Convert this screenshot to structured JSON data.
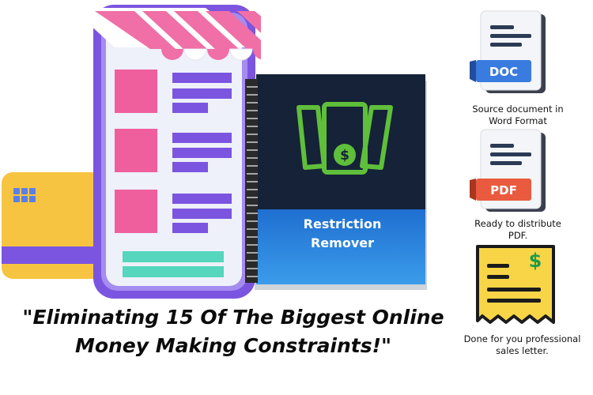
{
  "product": {
    "cover_title_line1": "Restriction",
    "cover_title_line2": "Remover",
    "dollar_symbol": "$"
  },
  "headline": {
    "line1": "\"Eliminating 15 Of The Biggest Online",
    "line2": "Money Making Constraints!\""
  },
  "bonuses": [
    {
      "badge": "DOC",
      "icon": "doc-file-icon",
      "caption_line1": "Source document in",
      "caption_line2": "Word Format"
    },
    {
      "badge": "PDF",
      "icon": "pdf-file-icon",
      "caption_line1": "Ready to distribute",
      "caption_line2": "PDF."
    },
    {
      "badge": "$",
      "icon": "sales-letter-icon",
      "caption_line1": "Done for you professional",
      "caption_line2": "sales letter."
    }
  ],
  "colors": {
    "phone_frame": "#7b55e0",
    "awning_pink": "#ef6fa6",
    "card_yellow": "#f6c441",
    "cover_dark": "#152238",
    "cover_blue": "#2f8fe0",
    "money_green": "#5fbf3a",
    "doc_badge": "#3a7be0",
    "pdf_badge": "#ea5a3f"
  }
}
